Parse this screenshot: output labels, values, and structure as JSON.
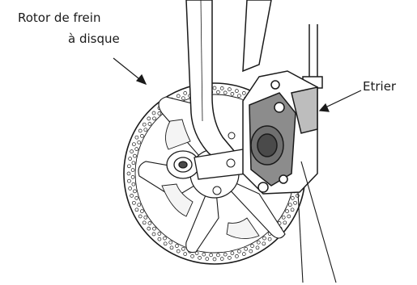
{
  "labels": {
    "rotor_line1": "Rotor de frein",
    "rotor_line2": "à disque",
    "caliper": "Etrier"
  },
  "colors": {
    "line": "#1a1a1a",
    "shade": "#8c8c8c",
    "dark": "#4a4a4a",
    "background": "#ffffff"
  }
}
